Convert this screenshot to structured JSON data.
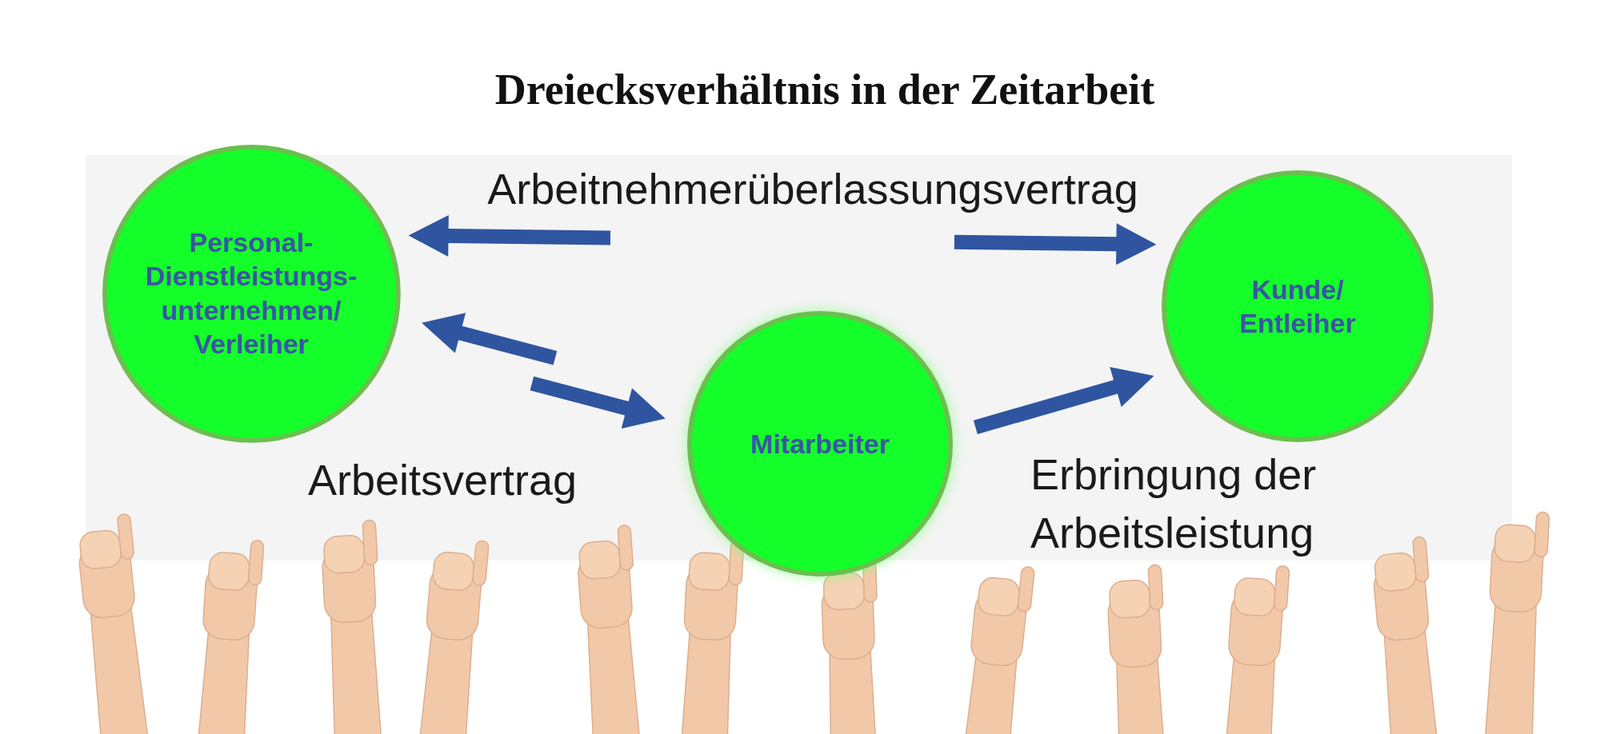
{
  "diagram": {
    "title": "Dreiecksverhältnis in der Zeitarbeit",
    "nodes": [
      {
        "text": [
          "Personal- Dienstleistungs- unternehmen/ Verleiher"
        ]
      },
      {
        "text": [
          "Kunde/ Entleiher"
        ]
      },
      {
        "text": [
          "Mitarbeiter"
        ]
      }
    ],
    "edges": [
      {
        "from": 0,
        "to": 1,
        "label": "Arbeitnehmerüberlassungsvertrag",
        "arrow": "both"
      },
      {
        "from": 0,
        "to": 2,
        "label": "Arbeitsvertrag",
        "arrow": "both"
      },
      {
        "from": 2,
        "to": 1,
        "label": "Erbringung der Arbeitsleistung",
        "arrow": "to"
      }
    ]
  }
}
